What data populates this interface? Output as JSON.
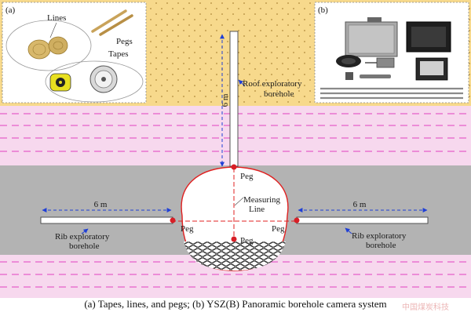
{
  "panels": {
    "a": {
      "tag": "(a)",
      "items": {
        "lines": "Lines",
        "pegs": "Pegs",
        "tapes": "Tapes"
      }
    },
    "b": {
      "tag": "(b)"
    }
  },
  "diagram": {
    "roof_length": "6 m",
    "roof_label_line1": "Roof exploratory",
    "roof_label_line2": "borehole",
    "left_length": "6 m",
    "right_length": "6 m",
    "rib_label_line1": "Rib exploratory",
    "rib_label_line2": "borehole",
    "measuring_line1": "Measuring",
    "measuring_line2": "Line",
    "peg": "Peg"
  },
  "caption": "(a) Tapes, lines, and pegs; (b) YSZ(B) Panoramic borehole camera system",
  "watermark": "中国煤炭科技",
  "colors": {
    "sandstone": "#f7d98c",
    "strata_pink": "#f7d8ee",
    "strata_dash": "#e040c0",
    "coal_gray": "#b3b3b3",
    "arrow_blue": "#1f3fd6",
    "peg_red": "#d81f26",
    "outline_red": "#e02020"
  }
}
